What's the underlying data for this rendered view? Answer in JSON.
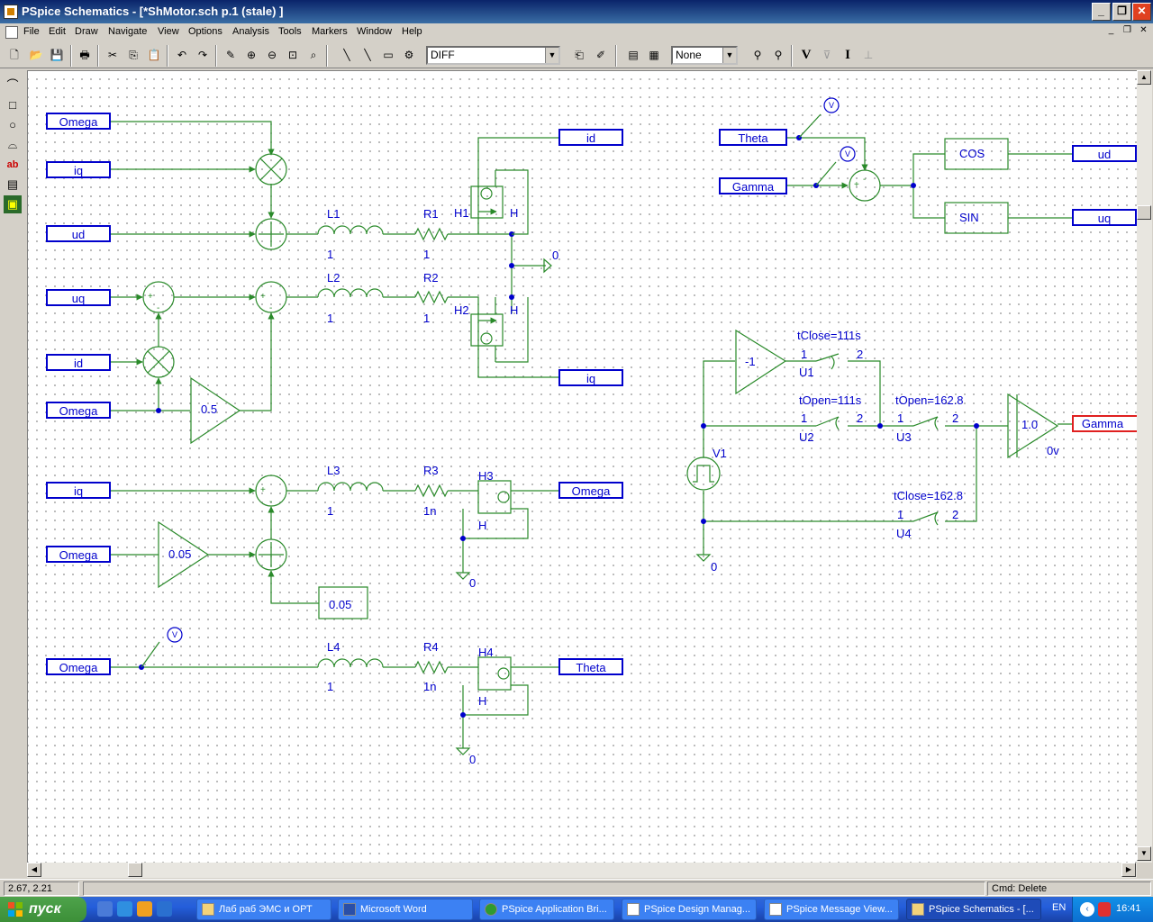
{
  "window": {
    "title": "PSpice Schematics - [*ShMotor.sch  p.1 (stale)  ]"
  },
  "menu": [
    "File",
    "Edit",
    "Draw",
    "Navigate",
    "View",
    "Options",
    "Analysis",
    "Tools",
    "Markers",
    "Window",
    "Help"
  ],
  "toolbar": {
    "part_combo": "DIFF",
    "marker_combo": "None",
    "voltage_marker": "V",
    "current_marker": "I"
  },
  "schematic": {
    "ports": {
      "omega1": "Omega",
      "iq1": "iq",
      "ud1": "ud",
      "uq2": "uq",
      "id2": "id",
      "omega2": "Omega",
      "iq3": "iq",
      "omega3": "Omega",
      "omega4": "Omega",
      "id_out": "id",
      "iq_out": "iq",
      "omega_out": "Omega",
      "theta_out": "Theta",
      "theta_in": "Theta",
      "gamma_in": "Gamma",
      "ud_out": "ud",
      "uq_out": "uq",
      "gamma_out": "Gamma"
    },
    "components": {
      "L1": "L1",
      "L1v": "1",
      "R1": "R1",
      "R1v": "1",
      "H1": "H1",
      "H1h": "H",
      "L2": "L2",
      "L2v": "1",
      "R2": "R2",
      "R2v": "1",
      "H2": "H2",
      "H2h": "H",
      "L3": "L3",
      "L3v": "1",
      "R3": "R3",
      "R3v": "1n",
      "H3": "H3",
      "H3h": "H",
      "L4": "L4",
      "L4v": "1",
      "R4": "R4",
      "R4v": "1n",
      "H4": "H4",
      "H4h": "H",
      "gain1": "0.5",
      "gain2": "0.05",
      "const1": "0.05",
      "gnd": "0",
      "cos": "COS",
      "sin": "SIN",
      "inv": "-1",
      "comp": "1.0",
      "comp_v": "0v",
      "V1": "V1",
      "U1": "U1",
      "U1p": "tClose=111s",
      "U2": "U2",
      "U2p": "tOpen=111s",
      "U3": "U3",
      "U3p": "tOpen=162.8",
      "U4": "U4",
      "U4p": "tClose=162.8",
      "pin1": "1",
      "pin2": "2",
      "vmark": "V",
      "plus": "+",
      "minus": "-"
    }
  },
  "status": {
    "coords": "2.67,  2.21",
    "cmd": "Cmd: Delete"
  },
  "taskbar": {
    "start": "пуск",
    "tasks": [
      "Лаб раб ЭМС и ОРТ",
      "Microsoft Word",
      "PSpice Application Bri...",
      "PSpice Design Manag...",
      "PSpice Message View...",
      "PSpice Schematics - [..."
    ],
    "lang": "EN",
    "clock": "16:41"
  }
}
